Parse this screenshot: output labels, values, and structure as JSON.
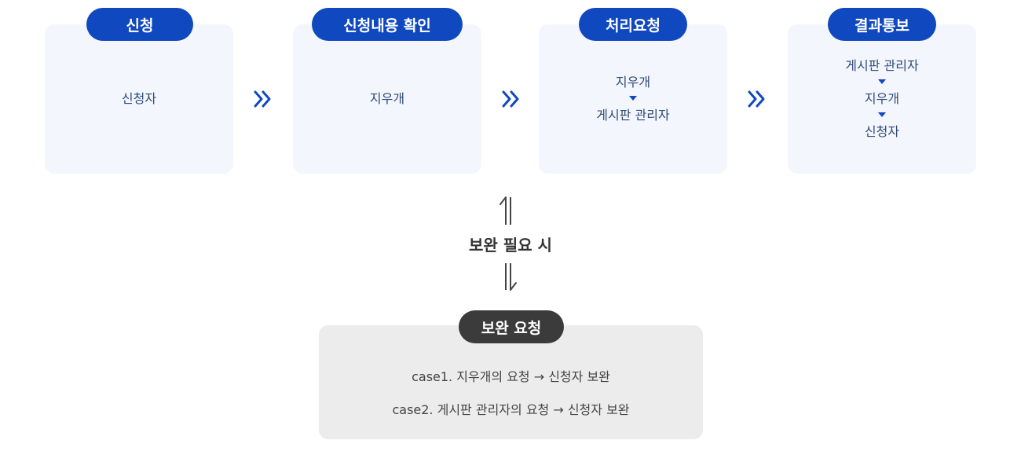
{
  "steps": [
    {
      "title": "신청",
      "lines": [
        "신청자"
      ]
    },
    {
      "title": "신청내용 확인",
      "lines": [
        "지우개"
      ]
    },
    {
      "title": "처리요청",
      "lines": [
        "지우개",
        "게시판 관리자"
      ]
    },
    {
      "title": "결과통보",
      "lines": [
        "게시판 관리자",
        "지우개",
        "신청자"
      ]
    }
  ],
  "feedback_label": "보완 필요 시",
  "supplement": {
    "title": "보완 요청",
    "cases": [
      "case1. 지우개의 요청 → 신청자 보완",
      "case2. 게시판 관리자의 요청 → 신청자 보완"
    ]
  },
  "colors": {
    "accent": "#1048c0",
    "box_bg": "#f3f6fc",
    "step_text": "#2f4a78",
    "supplement_bg": "#ececec",
    "supplement_head": "#3b3b3b"
  }
}
